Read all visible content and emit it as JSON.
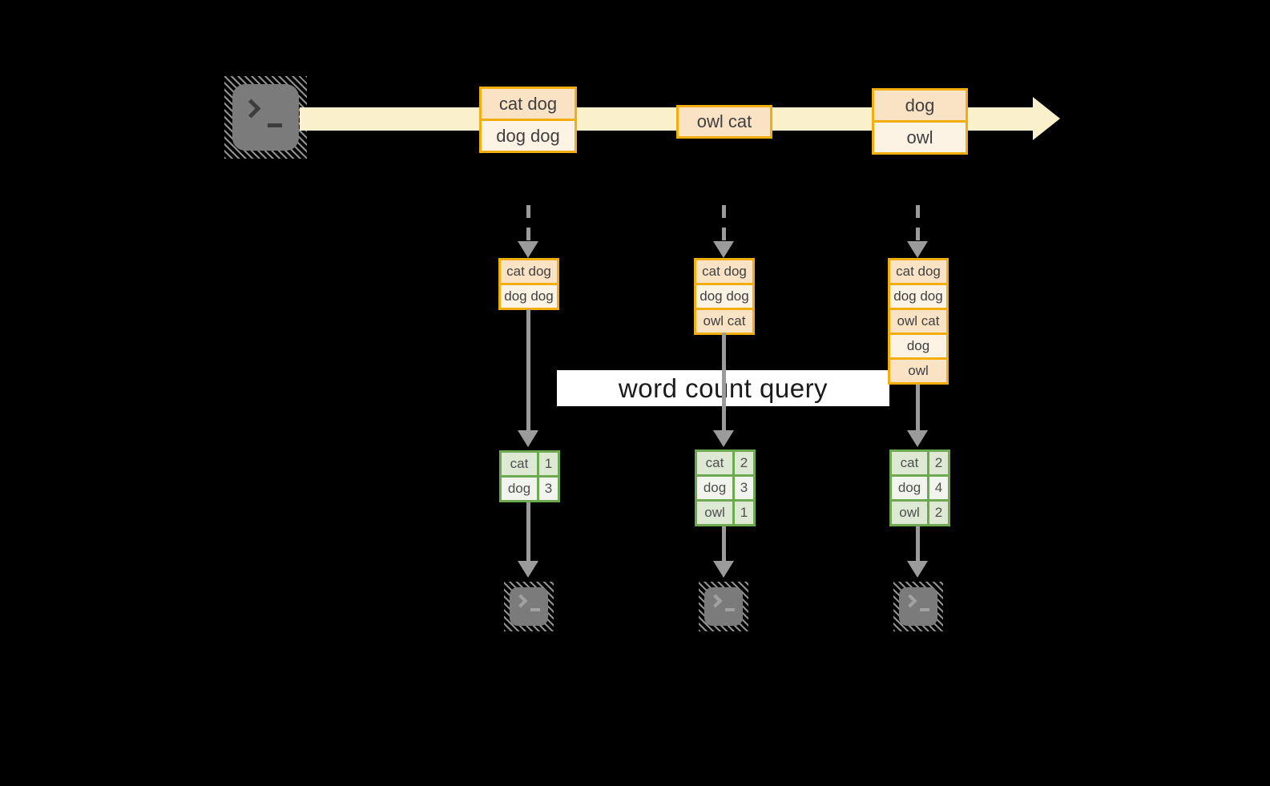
{
  "query_label": "word count query",
  "stream": {
    "events": [
      {
        "lines": [
          "cat dog",
          "dog dog"
        ]
      },
      {
        "lines": [
          "owl cat"
        ]
      },
      {
        "lines": [
          "dog",
          "owl"
        ]
      }
    ]
  },
  "columns": [
    {
      "state": [
        "cat dog",
        "dog dog"
      ],
      "counts": [
        {
          "word": "cat",
          "count": "1"
        },
        {
          "word": "dog",
          "count": "3"
        }
      ]
    },
    {
      "state": [
        "cat dog",
        "dog dog",
        "owl cat"
      ],
      "counts": [
        {
          "word": "cat",
          "count": "2"
        },
        {
          "word": "dog",
          "count": "3"
        },
        {
          "word": "owl",
          "count": "1"
        }
      ]
    },
    {
      "state": [
        "cat dog",
        "dog dog",
        "owl cat",
        "dog",
        "owl"
      ],
      "counts": [
        {
          "word": "cat",
          "count": "2"
        },
        {
          "word": "dog",
          "count": "4"
        },
        {
          "word": "owl",
          "count": "2"
        }
      ]
    }
  ],
  "icons": {
    "source": "terminal-icon",
    "outputs": [
      "terminal-icon",
      "terminal-icon",
      "terminal-icon"
    ]
  },
  "colors": {
    "background": "#000000",
    "stream_band": "#fbf0cc",
    "accent_orange": "#f1ae0e",
    "peach_dark": "#fae3c5",
    "peach_light": "#fdf3e4",
    "green_border": "#6ca951",
    "green_row_dark": "#dde9d3",
    "green_row_light": "#f2f5ee",
    "arrow_gray": "#9b9b9b",
    "terminal_gray": "#7b7b7b",
    "label_bg": "#ffffff"
  }
}
